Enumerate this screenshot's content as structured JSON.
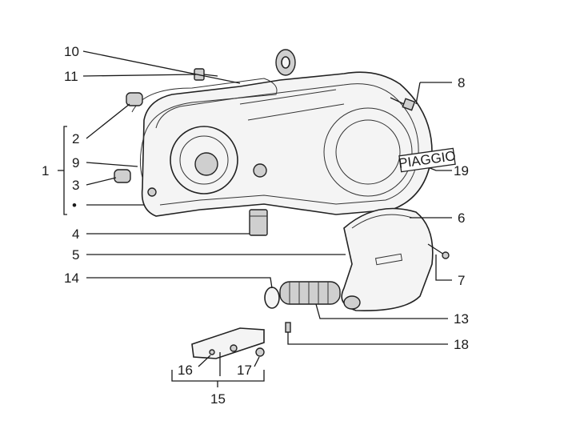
{
  "diagram": {
    "callouts": {
      "c1": "1",
      "c2": "2",
      "c3": "3",
      "c4": "4",
      "c5": "5",
      "c6": "6",
      "c7": "7",
      "c8": "8",
      "c9": "9",
      "c10": "10",
      "c11": "11",
      "c13": "13",
      "c14": "14",
      "c15": "15",
      "c16": "16",
      "c17": "17",
      "c18": "18",
      "c19": "19",
      "dot": "•"
    },
    "brand_label": "PIAGGIO"
  }
}
